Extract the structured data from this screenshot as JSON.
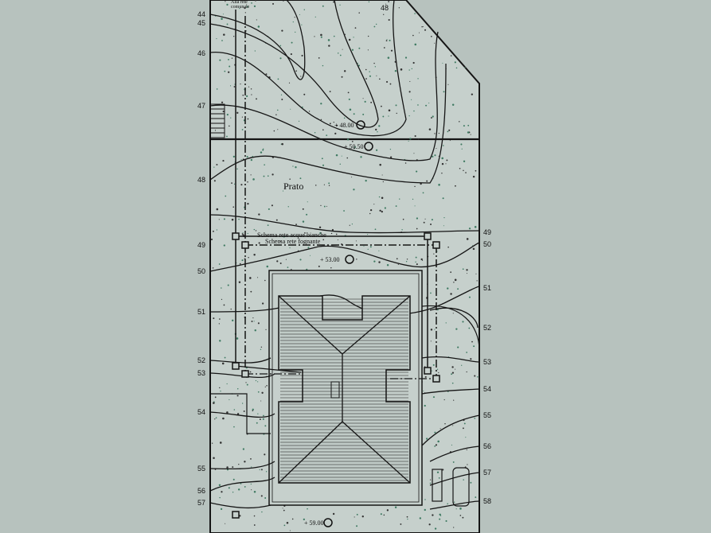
{
  "drawing": {
    "area_label": "Prato",
    "top_note_line1": "Alla rete",
    "top_note_line2": "comunale",
    "white_water_label": "Schema rete acque bianche",
    "sewer_label": "Schema rete fognante",
    "spot_levels": [
      "+ 48.00",
      "+ 50.50",
      "+ 53.00",
      "+ 59.00"
    ],
    "contours_left": [
      "44",
      "45",
      "46",
      "47",
      "48",
      "49",
      "50",
      "51",
      "52",
      "53",
      "54",
      "55",
      "56",
      "57"
    ],
    "contours_right": [
      "48",
      "49",
      "50",
      "51",
      "52",
      "53",
      "54",
      "55",
      "56",
      "57",
      "58"
    ],
    "colors": {
      "background": "#b7c2be",
      "lawn": "#c6d0cc",
      "line": "#151515",
      "speckle": "#3f7a62"
    }
  }
}
